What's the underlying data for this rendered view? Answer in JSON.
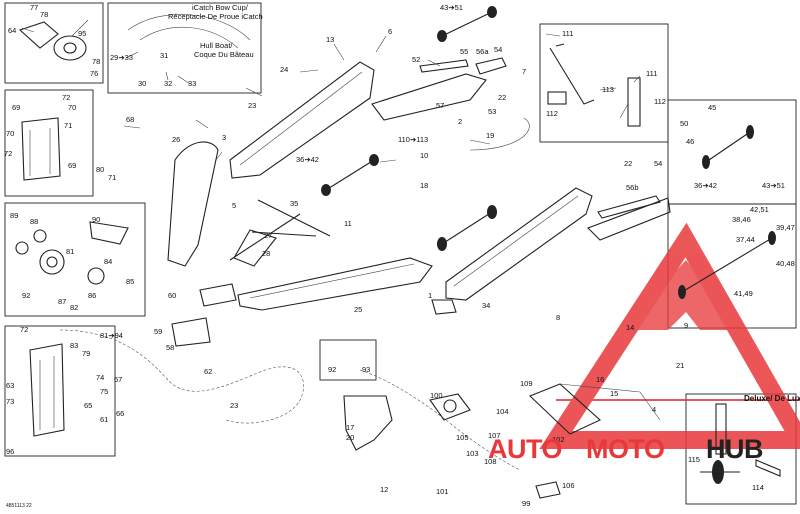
{
  "diagram": {
    "inset_bow_cup": {
      "title_line1": "iCatch Bow Cup/",
      "title_line2": "Réceptacle De Proue iCatch",
      "subtitle_line1": "Hull Boat/",
      "subtitle_line2": "Coque Du Bâteau"
    },
    "inset_deluxe": {
      "title": "Deluxe/ De Luxe"
    },
    "drawing_code": "4851113 22",
    "refs": {
      "r77": "77",
      "r78": "78",
      "r64": "64",
      "r95": "95",
      "r76": "76",
      "r78b": "78",
      "r29_33": "29➔33",
      "r31": "31",
      "r30": "30",
      "r32": "32",
      "r33": "33",
      "r43_51": "43➔51",
      "r13": "13",
      "r6": "6",
      "r24": "24",
      "r52": "52",
      "r55": "55",
      "r56a": "56a",
      "r54": "54",
      "r7": "7",
      "r22": "22",
      "r111": "111",
      "r111b": "111",
      "r113": "113",
      "r112": "112",
      "r112b": "112",
      "r69": "69",
      "r72": "72",
      "r70": "70",
      "r71": "71",
      "r72b": "72",
      "r70b": "70",
      "r69b": "69",
      "r80": "80",
      "r71b": "71",
      "r68": "68",
      "r23": "23",
      "r26": "26",
      "r3": "3",
      "r57": "57",
      "r53": "53",
      "r2": "2",
      "r19": "19",
      "r110_113": "110➔113",
      "r10": "10",
      "r36_42": "36➔42",
      "r5": "5",
      "r18": "18",
      "r35": "35",
      "r11": "11",
      "r27": "27",
      "r28": "28",
      "r89": "89",
      "r88": "88",
      "r90": "90",
      "r81": "81",
      "r84": "84",
      "r85": "85",
      "r92": "92",
      "r87": "87",
      "r82": "82",
      "r86": "86",
      "r45": "45",
      "r50": "50",
      "r46": "46",
      "r43_51b": "43➔51",
      "r36_42b": "36➔42",
      "r56b": "56b",
      "r54b": "54",
      "r22b": "22",
      "r42_51": "42,51",
      "r38_46": "38,46",
      "r39_47": "39,47",
      "r37_44": "37,44",
      "r40_48": "40,48",
      "r41_49": "41,49",
      "r60": "60",
      "r59": "59",
      "r58": "58",
      "r62": "62",
      "r25": "25",
      "r34": "34",
      "r1": "1",
      "r8": "8",
      "r14": "14",
      "r9": "9",
      "r21": "21",
      "r16": "16",
      "r15": "15",
      "r4": "4",
      "r81_94": "81➔94",
      "r83": "83",
      "r79": "79",
      "r74": "74",
      "r67": "67",
      "r66": "66",
      "r75": "75",
      "r65": "65",
      "r63": "63",
      "r73": "73",
      "r61": "61",
      "r96": "96",
      "r92b": "92",
      "r93": "93",
      "r17": "17",
      "r20": "20",
      "r12": "12",
      "r100": "100",
      "r104": "104",
      "r105": "105",
      "r107": "107",
      "r102": "102",
      "r103": "103",
      "r106": "106",
      "r108": "108",
      "r101": "101",
      "r99": "99",
      "r109": "109",
      "r115": "115",
      "r114": "114"
    }
  },
  "watermark": {
    "word_part1": "AUTO",
    "word_part2": "MOTO",
    "word_part3": "HUB"
  },
  "colors": {
    "watermark_red": "#e8383a",
    "ink": "#222222"
  }
}
